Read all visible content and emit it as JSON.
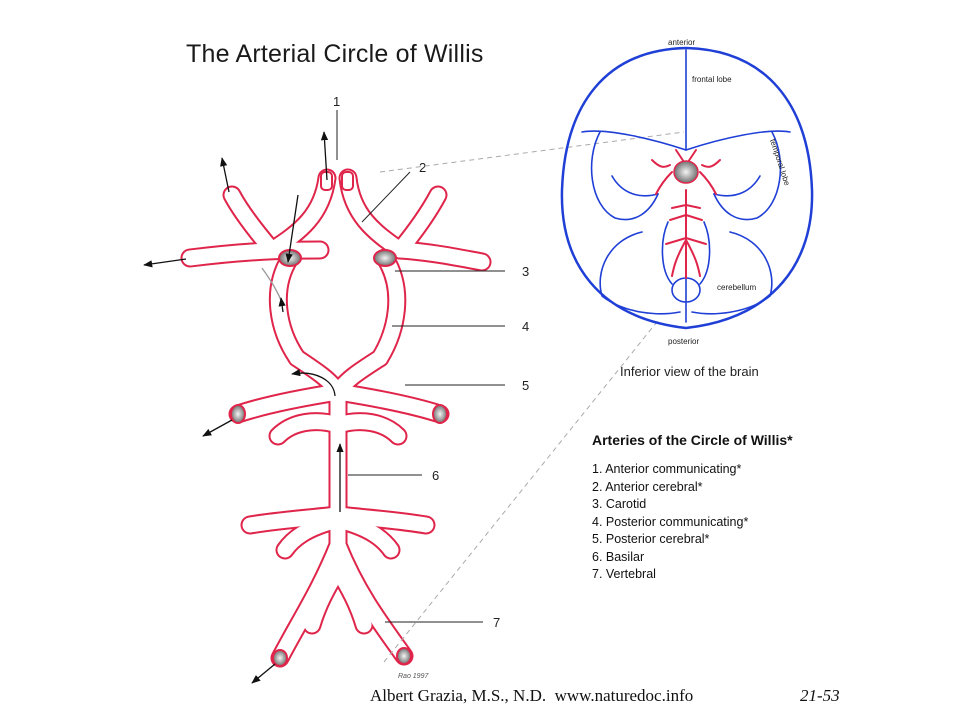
{
  "title": "The Arterial Circle of Willis",
  "callout_numbers": [
    "1",
    "2",
    "3",
    "4",
    "5",
    "6",
    "7"
  ],
  "brain_labels": {
    "anterior": "anterior",
    "frontal_lobe": "frontal lobe",
    "temporal_lobe": "temporal lobe",
    "cerebellum": "cerebellum",
    "posterior": "posterior"
  },
  "inferior_view_caption": "Inferior view of the brain",
  "legend": {
    "title": "Arteries of the Circle of Willis*",
    "items": [
      "1. Anterior communicating*",
      "2. Anterior cerebral*",
      "3. Carotid",
      "4. Posterior communicating*",
      "5. Posterior cerebral*",
      "6. Basilar",
      "7. Vertebral"
    ]
  },
  "signature": "Rao 1997",
  "footer": {
    "author": "Albert Grazia, M.S., N.D.  www.naturedoc.info",
    "page": "21-53"
  },
  "colors": {
    "artery_outline": "#e0254b",
    "artery_fill": "#ffffff",
    "brain_outline": "#1f3fd6",
    "brain_vessels": "#e0254b"
  }
}
